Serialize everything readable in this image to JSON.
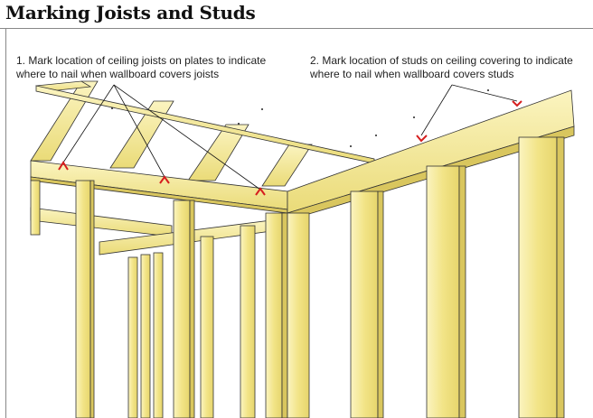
{
  "title": "Marking Joists and Studs",
  "callouts": [
    {
      "number": "1.",
      "line1": "Mark location of ceiling joists on plates to indicate",
      "line2": "where to nail when wallboard covers joists"
    },
    {
      "number": "2.",
      "line1": "Mark location of studs on ceiling covering to indicate",
      "line2": "where to nail when wallboard covers studs"
    }
  ],
  "colors": {
    "lumber": "#f2e487",
    "lumber_light": "#fbf4c0",
    "lumber_dark": "#d9c65e",
    "outline": "#333333",
    "marker": "#d61e1e"
  }
}
